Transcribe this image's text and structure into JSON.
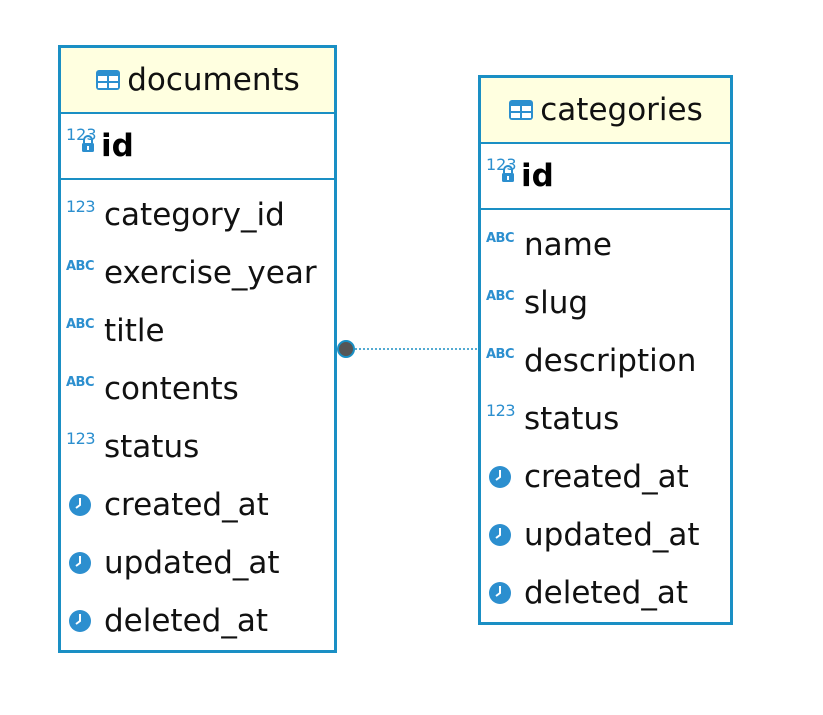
{
  "diagram": {
    "entities": [
      {
        "name": "documents",
        "primary_key": "id",
        "columns": [
          {
            "name": "category_id",
            "type_icon": "numeric-icon"
          },
          {
            "name": "exercise_year",
            "type_icon": "text-icon"
          },
          {
            "name": "title",
            "type_icon": "text-icon"
          },
          {
            "name": "contents",
            "type_icon": "text-icon"
          },
          {
            "name": "status",
            "type_icon": "numeric-icon"
          },
          {
            "name": "created_at",
            "type_icon": "clock-icon"
          },
          {
            "name": "updated_at",
            "type_icon": "clock-icon"
          },
          {
            "name": "deleted_at",
            "type_icon": "clock-icon"
          }
        ]
      },
      {
        "name": "categories",
        "primary_key": "id",
        "columns": [
          {
            "name": "name",
            "type_icon": "text-icon"
          },
          {
            "name": "slug",
            "type_icon": "text-icon"
          },
          {
            "name": "description",
            "type_icon": "text-icon"
          },
          {
            "name": "status",
            "type_icon": "numeric-icon"
          },
          {
            "name": "created_at",
            "type_icon": "clock-icon"
          },
          {
            "name": "updated_at",
            "type_icon": "clock-icon"
          },
          {
            "name": "deleted_at",
            "type_icon": "clock-icon"
          }
        ]
      }
    ],
    "relationship": {
      "from": "documents",
      "to": "categories",
      "style": "dotted"
    },
    "icon_labels": {
      "numeric": "123",
      "text": "ABC"
    },
    "colors": {
      "border": "#1a8fc4",
      "header_bg": "#ffffe0",
      "icon": "#2c8fcf",
      "relation_dot": "#555555"
    }
  }
}
